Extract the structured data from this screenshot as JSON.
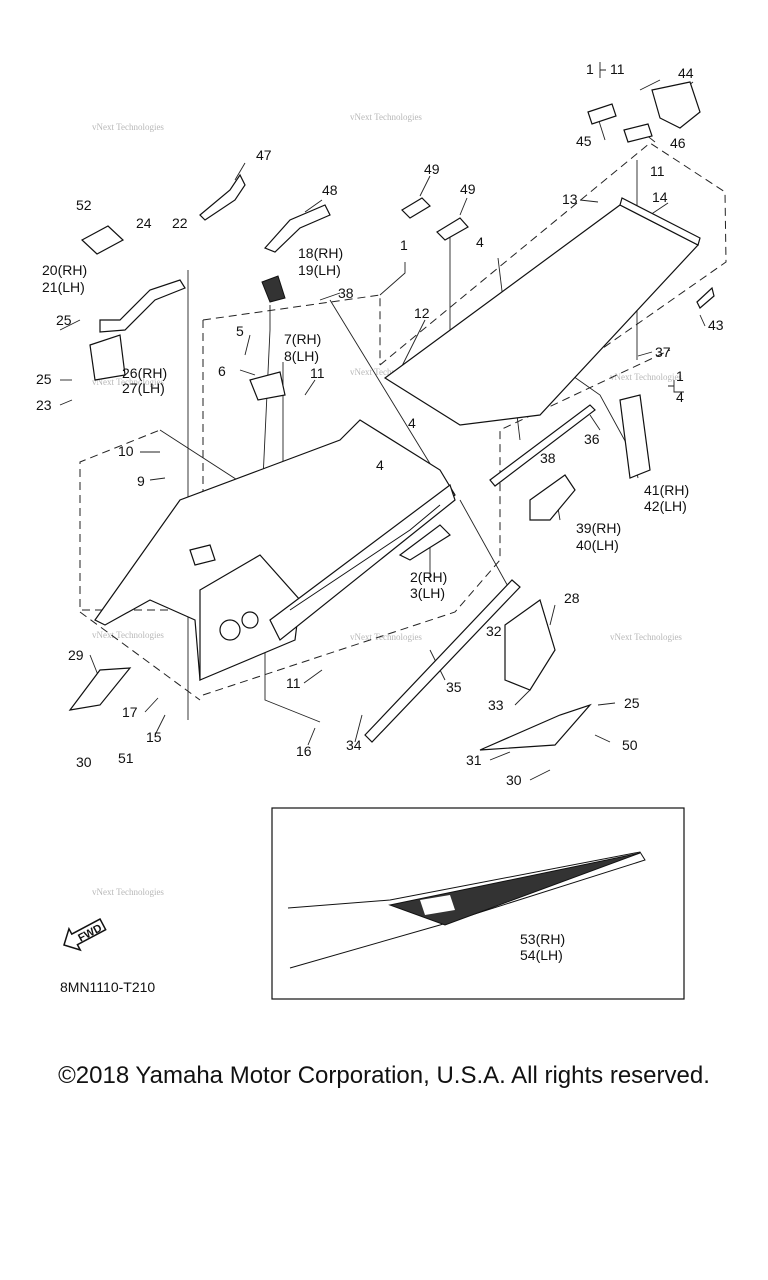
{
  "diagram": {
    "code": "8MN1110-T210",
    "fwd_label": "FWD",
    "watermark": "vNext Technologies",
    "callouts": [
      {
        "id": "c1a",
        "text": "1"
      },
      {
        "id": "c11a",
        "text": "11"
      },
      {
        "id": "c44",
        "text": "44"
      },
      {
        "id": "c45",
        "text": "45"
      },
      {
        "id": "c46",
        "text": "46"
      },
      {
        "id": "c47",
        "text": "47"
      },
      {
        "id": "c48",
        "text": "48"
      },
      {
        "id": "c49a",
        "text": "49"
      },
      {
        "id": "c49b",
        "text": "49"
      },
      {
        "id": "c13",
        "text": "13"
      },
      {
        "id": "c11b",
        "text": "11"
      },
      {
        "id": "c14",
        "text": "14"
      },
      {
        "id": "c52",
        "text": "52"
      },
      {
        "id": "c24",
        "text": "24"
      },
      {
        "id": "c22",
        "text": "22"
      },
      {
        "id": "c18",
        "text": "18(RH)"
      },
      {
        "id": "c19",
        "text": "19(LH)"
      },
      {
        "id": "c1b",
        "text": "1"
      },
      {
        "id": "c4a",
        "text": "4"
      },
      {
        "id": "c20",
        "text": "20(RH)"
      },
      {
        "id": "c21",
        "text": "21(LH)"
      },
      {
        "id": "c38a",
        "text": "38"
      },
      {
        "id": "c43",
        "text": "43"
      },
      {
        "id": "c25a",
        "text": "25"
      },
      {
        "id": "c12",
        "text": "12"
      },
      {
        "id": "c5",
        "text": "5"
      },
      {
        "id": "c7",
        "text": "7(RH)"
      },
      {
        "id": "c8",
        "text": "8(LH)"
      },
      {
        "id": "c37",
        "text": "37"
      },
      {
        "id": "c26",
        "text": "26(RH)"
      },
      {
        "id": "c27",
        "text": "27(LH)"
      },
      {
        "id": "c6",
        "text": "6"
      },
      {
        "id": "c11c",
        "text": "11"
      },
      {
        "id": "c25b",
        "text": "25"
      },
      {
        "id": "c1c",
        "text": "1"
      },
      {
        "id": "c4b",
        "text": "4"
      },
      {
        "id": "c23",
        "text": "23"
      },
      {
        "id": "c4c",
        "text": "4"
      },
      {
        "id": "c36",
        "text": "36"
      },
      {
        "id": "c10",
        "text": "10"
      },
      {
        "id": "c4d",
        "text": "4"
      },
      {
        "id": "c38b",
        "text": "38"
      },
      {
        "id": "c41",
        "text": "41(RH)"
      },
      {
        "id": "c42",
        "text": "42(LH)"
      },
      {
        "id": "c9",
        "text": "9"
      },
      {
        "id": "c39",
        "text": "39(RH)"
      },
      {
        "id": "c40",
        "text": "40(LH)"
      },
      {
        "id": "c2",
        "text": "2(RH)"
      },
      {
        "id": "c3",
        "text": "3(LH)"
      },
      {
        "id": "c28",
        "text": "28"
      },
      {
        "id": "c32",
        "text": "32"
      },
      {
        "id": "c29",
        "text": "29"
      },
      {
        "id": "c35",
        "text": "35"
      },
      {
        "id": "c11d",
        "text": "11"
      },
      {
        "id": "c33",
        "text": "33"
      },
      {
        "id": "c25c",
        "text": "25"
      },
      {
        "id": "c17",
        "text": "17"
      },
      {
        "id": "c15",
        "text": "15"
      },
      {
        "id": "c34",
        "text": "34"
      },
      {
        "id": "c16",
        "text": "16"
      },
      {
        "id": "c50",
        "text": "50"
      },
      {
        "id": "c31",
        "text": "31"
      },
      {
        "id": "c30a",
        "text": "30"
      },
      {
        "id": "c51",
        "text": "51"
      },
      {
        "id": "c30b",
        "text": "30"
      },
      {
        "id": "c53",
        "text": "53(RH)"
      },
      {
        "id": "c54",
        "text": "54(LH)"
      }
    ]
  },
  "copyright": "©2018 Yamaha Motor Corporation, U.S.A. All rights reserved."
}
